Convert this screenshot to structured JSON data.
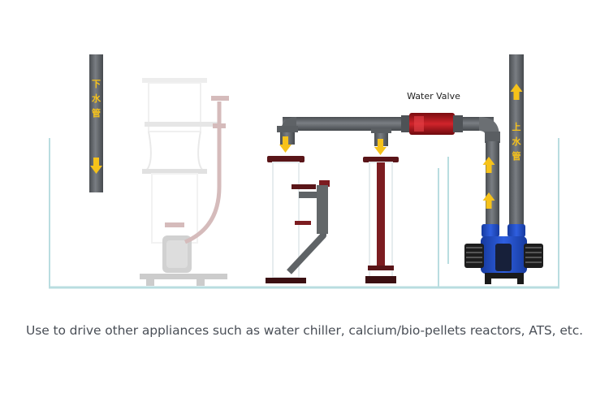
{
  "labels": {
    "valve": "Water Valve",
    "drain_pipe": [
      "下",
      "水",
      "管"
    ],
    "return_pipe": [
      "上",
      "水",
      "管"
    ]
  },
  "caption": "Use to drive other appliances such as water chiller, calcium/bio-pellets reactors, ATS, etc.",
  "colors": {
    "pipe": "#5b5f63",
    "valve": "#b3151c",
    "flow_arrow": "#f6c21a",
    "tank_glass": "#b9dde0",
    "pump": "#1f49c4",
    "reactor_cap": "#5a1518"
  },
  "icons": [
    "down-arrow-icon",
    "up-arrow-icon"
  ]
}
